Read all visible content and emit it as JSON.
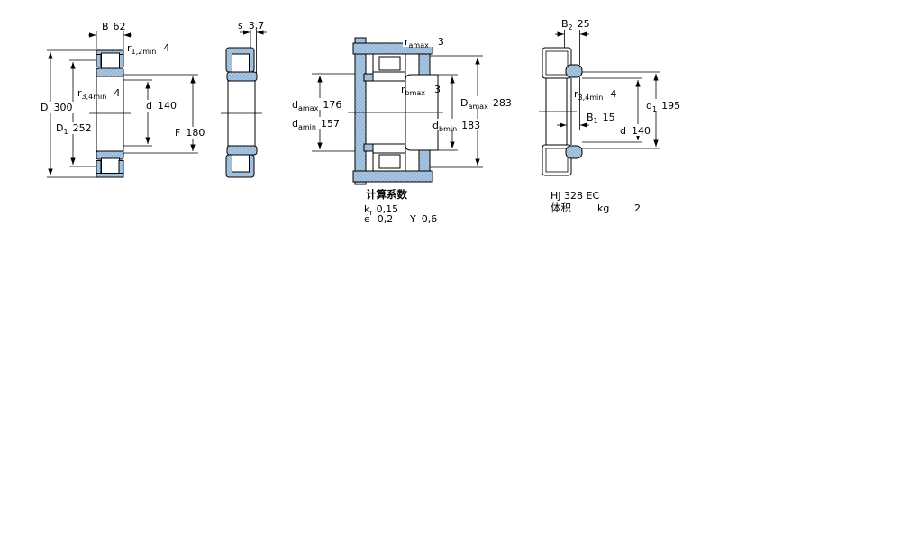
{
  "page": {
    "background": "#ffffff"
  },
  "colors": {
    "steel": "#aac6e0",
    "steel_dot": "#7ea6cc",
    "line": "#000000"
  },
  "figure": {
    "d1": {
      "B": {
        "main": "B",
        "val": "62"
      },
      "r12": {
        "main": "r",
        "sub": "1,2min",
        "val": "4"
      },
      "r34": {
        "main": "r",
        "sub": "3,4min",
        "val": "4"
      },
      "D": {
        "main": "D",
        "val": "300"
      },
      "D1": {
        "main": "D",
        "sub": "1",
        "val": "252"
      },
      "d": {
        "main": "d",
        "val": "140"
      },
      "F": {
        "main": "F",
        "val": "180"
      }
    },
    "d2": {
      "s": {
        "main": "s",
        "val": "3,7"
      }
    },
    "d3": {
      "ra": {
        "main": "r",
        "sub": "amax",
        "val": "3"
      },
      "rb": {
        "main": "r",
        "sub": "bmax",
        "val": "3"
      },
      "damax": {
        "main": "d",
        "sub": "amax",
        "val": "176"
      },
      "damin": {
        "main": "d",
        "sub": "amin",
        "val": "157"
      },
      "Damax": {
        "main": "D",
        "sub": "amax",
        "val": "283"
      },
      "dbmin": {
        "main": "d",
        "sub": "bmin",
        "val": "183"
      }
    },
    "d4": {
      "B2": {
        "main": "B",
        "sub": "2",
        "val": "25"
      },
      "B1": {
        "main": "B",
        "sub": "1",
        "val": "15"
      },
      "r34": {
        "main": "r",
        "sub": "3,4min",
        "val": "4"
      },
      "d1": {
        "main": "d",
        "sub": "1",
        "val": "195"
      },
      "d": {
        "main": "d",
        "val": "140"
      }
    },
    "calc": {
      "title": "计算系数",
      "kr": {
        "main": "k",
        "sub": "r",
        "val": "0,15"
      },
      "e": {
        "main": "e",
        "val": "0,2"
      },
      "Y": {
        "main": "Y",
        "val": "0,6"
      }
    },
    "hj": {
      "designation": "HJ 328 EC",
      "mass_label": "体积",
      "mass_unit": "kg",
      "mass_val": "2"
    }
  }
}
